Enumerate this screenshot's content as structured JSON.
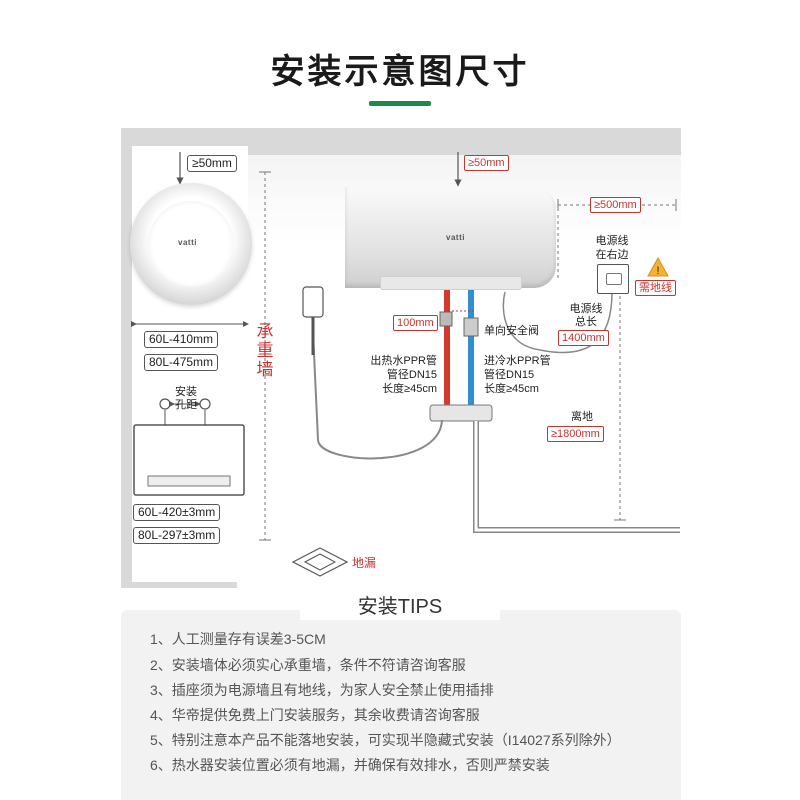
{
  "page": {
    "title": "安装示意图尺寸",
    "accent_color": "#1e8a4a",
    "highlight_color": "#c8342f"
  },
  "diagram": {
    "round_heater": {
      "top_clearance": "≥50mm",
      "brand": "vatti",
      "widths": [
        "60L-410mm",
        "80L-475mm"
      ]
    },
    "mount_view": {
      "hole_label_line1": "安装",
      "hole_label_line2": "孔距",
      "spacings": [
        "60L-420±3mm",
        "80L-297±3mm"
      ]
    },
    "wall_label": "承重墙",
    "heater": {
      "top_clearance": "≥50mm",
      "brand": "vatti",
      "side_clearance": "≥500mm"
    },
    "power": {
      "cord_label_line1": "电源线",
      "cord_label_line2": "在右边",
      "ground_warning": "需地线",
      "total_label_line1": "电源线",
      "total_label_line2": "总长",
      "total_length": "1400mm"
    },
    "pipes": {
      "gap": "100mm",
      "valve_label": "单向安全阀",
      "hot_line1": "出热水PPR管",
      "hot_line2": "管径DN15",
      "hot_line3": "长度≥45cm",
      "cold_line1": "进冷水PPR管",
      "cold_line2": "管径DN15",
      "cold_line3": "长度≥45cm"
    },
    "floor": {
      "height_label": "离地",
      "height_value": "≥1800mm",
      "drain_label": "地漏"
    }
  },
  "tips": {
    "heading": "安装TIPS",
    "items": [
      "1、人工测量存有误差3-5CM",
      "2、安装墙体必须实心承重墙，条件不符请咨询客服",
      "3、插座须为电源墙且有地线，为家人安全禁止使用插排",
      "4、华帝提供免费上门安装服务，其余收费请咨询客服",
      "5、特别注意本产品不能落地安装，可实现半隐藏式安装（I14027系列除外）",
      "6、热水器安装位置必须有地漏，并确保有效排水，否则严禁安装"
    ]
  }
}
